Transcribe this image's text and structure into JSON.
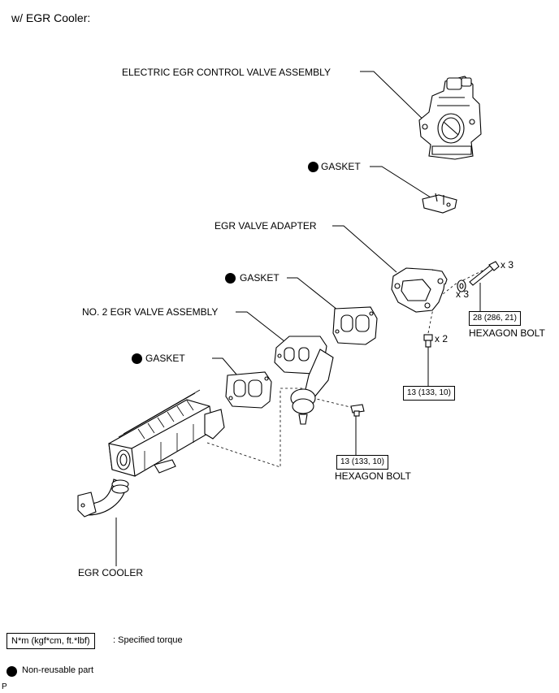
{
  "header": {
    "title": "w/ EGR Cooler:"
  },
  "labels": {
    "egr_valve": "ELECTRIC EGR CONTROL VALVE ASSEMBLY",
    "gasket_1": "GASKET",
    "adapter": "EGR VALVE ADAPTER",
    "gasket_2": "GASKET",
    "no2_valve": "NO. 2 EGR VALVE ASSEMBLY",
    "gasket_3": "GASKET",
    "cooler": "EGR COOLER"
  },
  "torques": {
    "bolt_top": {
      "value": "28 (286, 21)",
      "qty": "x 3",
      "label": "HEXAGON BOLT"
    },
    "washer": {
      "qty": "x 3"
    },
    "stud": {
      "value": "13 (133, 10)",
      "qty": "x 2"
    },
    "bolt_bottom": {
      "value": "13 (133, 10)",
      "label": "HEXAGON BOLT"
    }
  },
  "legend": {
    "torque_box": "N*m (kgf*cm, ft.*lbf)",
    "torque_desc": ": Specified torque",
    "nonreusable": "Non-reusable part"
  },
  "footer": {
    "code": "P"
  }
}
